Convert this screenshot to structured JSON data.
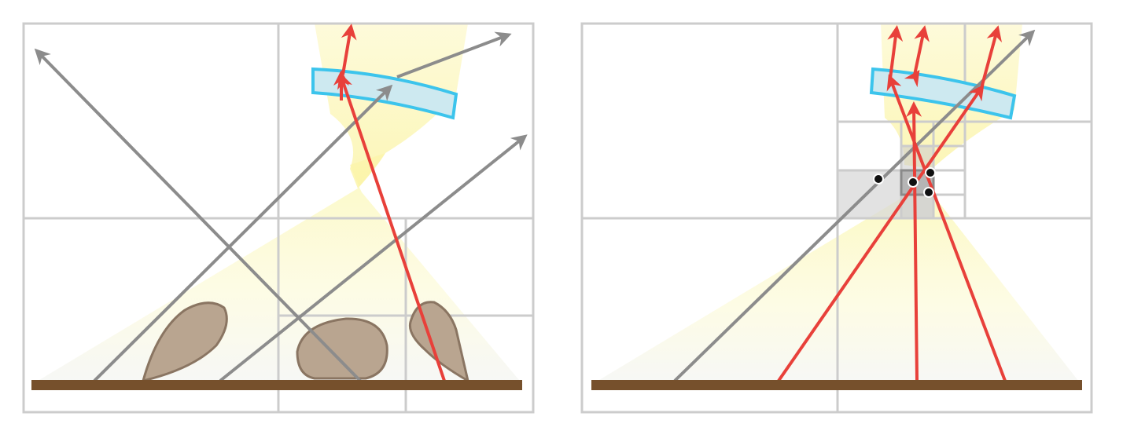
{
  "panels": [
    {
      "id": "left",
      "cell_subdivisions": 2,
      "objects": [
        "leaf",
        "leaf",
        "leaf"
      ],
      "lens": true,
      "red_ray_count": 1,
      "gray_ray_count": 3,
      "sample_point_count": 0
    },
    {
      "id": "right",
      "cell_subdivisions": 4,
      "objects": [],
      "lens": true,
      "red_ray_count": 3,
      "gray_ray_count": 1,
      "sample_point_count": 4
    }
  ],
  "colors": {
    "grid": "#cccccc",
    "grid_fine": "#bbbbbb",
    "ground": "#76502c",
    "red_ray": "#e8403a",
    "gray_ray": "#8c8c8c",
    "lens_fill": "#cde9f0",
    "lens_stroke": "#3cc4ec",
    "light_cone": "#fbf6b0",
    "leaf_fill": "#b9a590",
    "leaf_stroke": "#8a7562",
    "cell_highlight": "#d8d8d8",
    "point": "#111111"
  }
}
